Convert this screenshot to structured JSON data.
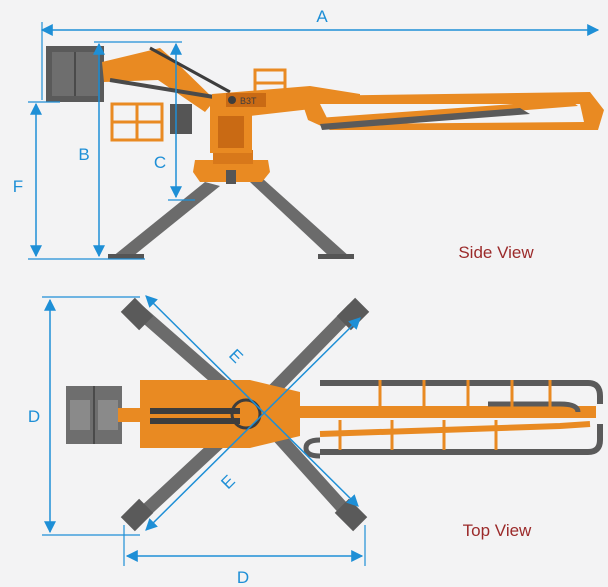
{
  "labels": {
    "dim_a": "A",
    "dim_b": "B",
    "dim_c": "C",
    "dim_d_top": "D",
    "dim_d_left": "D",
    "dim_e_upper": "E",
    "dim_e_lower": "E",
    "dim_f": "F",
    "side_view": "Side View",
    "top_view": "Top View"
  },
  "colors": {
    "dimension": "#1e8fd6",
    "boom_orange": "#e98a22",
    "leg_gray": "#6b6b6b",
    "counterweight": "#5a5a5a",
    "view_label": "#9b2a2a"
  }
}
